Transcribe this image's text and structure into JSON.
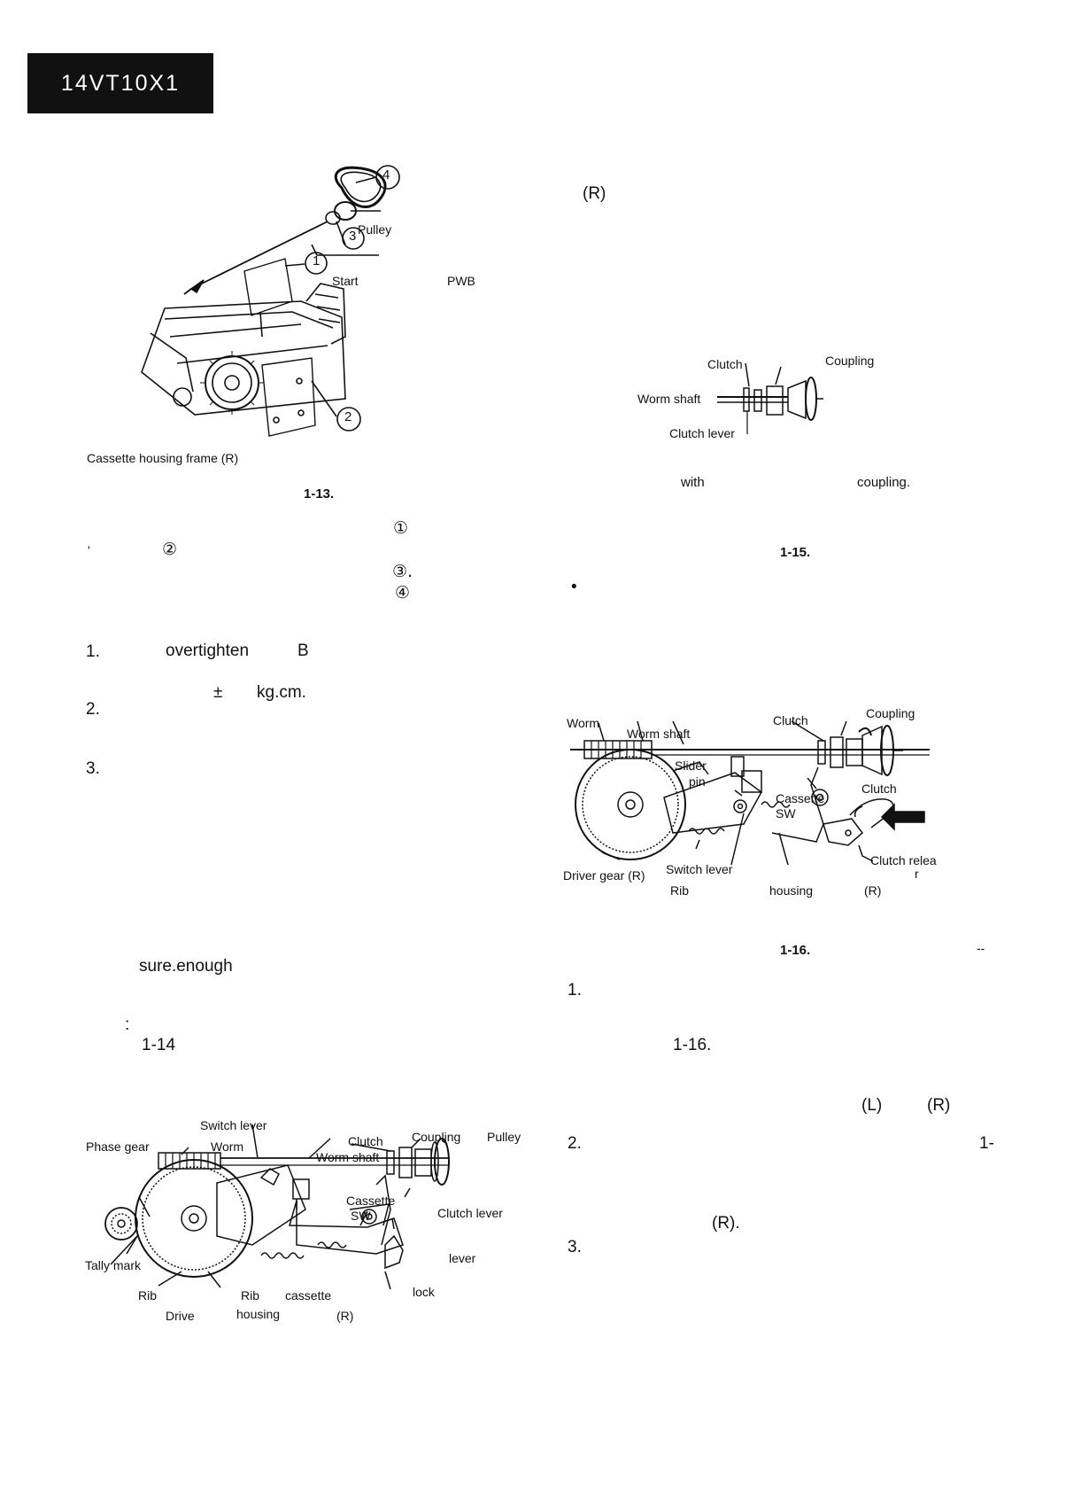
{
  "header": {
    "model": "14VT10X1"
  },
  "left": {
    "fig13": {
      "callouts": [
        "4",
        "3",
        "1",
        "2"
      ],
      "labels": {
        "pulley": "Pulley",
        "start": "Start",
        "pwb": "PWB",
        "frame": "Cassette housing frame (R)"
      },
      "caption": "1-13."
    },
    "steps_marks": [
      "①",
      "②",
      "③.",
      "④"
    ],
    "tick": "'",
    "notes": {
      "n1_num": "1.",
      "n1_word": "overtighten",
      "n1_b": "B",
      "pm": "±",
      "unit": "kg.cm.",
      "n2_num": "2.",
      "n3_num": "3.",
      "sure": "sure.enough",
      "colon": ":",
      "ref": "1-14"
    },
    "fig14": {
      "labels": {
        "switch_lever": "Switch lever",
        "phase_gear": "Phase gear",
        "worm": "Worm",
        "clutch": "Clutch",
        "coupling": "Coupling",
        "pulley": "Pulley",
        "worm_shaft": "Worm shaft",
        "cassette": "Cassette",
        "sw": "SW",
        "clutch_lever": "Clutch lever",
        "tally": "Tally mark",
        "lever": "lever",
        "rib1": "Rib",
        "rib2": "Rib",
        "cassette2": "cassette",
        "lock": "lock",
        "drive": "Drive",
        "housing": "housing",
        "r": "(R)"
      }
    }
  },
  "right": {
    "r_top": "(R)",
    "fig15": {
      "labels": {
        "clutch": "Clutch",
        "coupling": "Coupling",
        "worm_shaft": "Worm shaft",
        "clutch_lever": "Clutch lever"
      },
      "with": "with",
      "coupling_txt": "coupling.",
      "caption": "1-15."
    },
    "bullet": "•",
    "fig16": {
      "labels": {
        "worm": "Worm",
        "worm_shaft": "Worm shaft",
        "clutch": "Clutch",
        "coupling": "Coupling",
        "slider": "Slider",
        "pin": "pin",
        "cassette": "Cassette",
        "sw": "SW",
        "clutch2": "Clutch",
        "clutch_rel": "Clutch relea",
        "r_small": "r",
        "driver_gear": "Driver gear (R)",
        "switch_lever": "Switch lever",
        "rib": "Rib",
        "housing": "housing",
        "r": "(R)"
      },
      "caption": "1-16.",
      "dash": "--"
    },
    "steps": {
      "s1": "1.",
      "ref16": "1-16.",
      "l": "(L)",
      "r": "(R)",
      "s2": "2.",
      "one_dash": "1-",
      "r2": "(R).",
      "s3": "3."
    }
  }
}
